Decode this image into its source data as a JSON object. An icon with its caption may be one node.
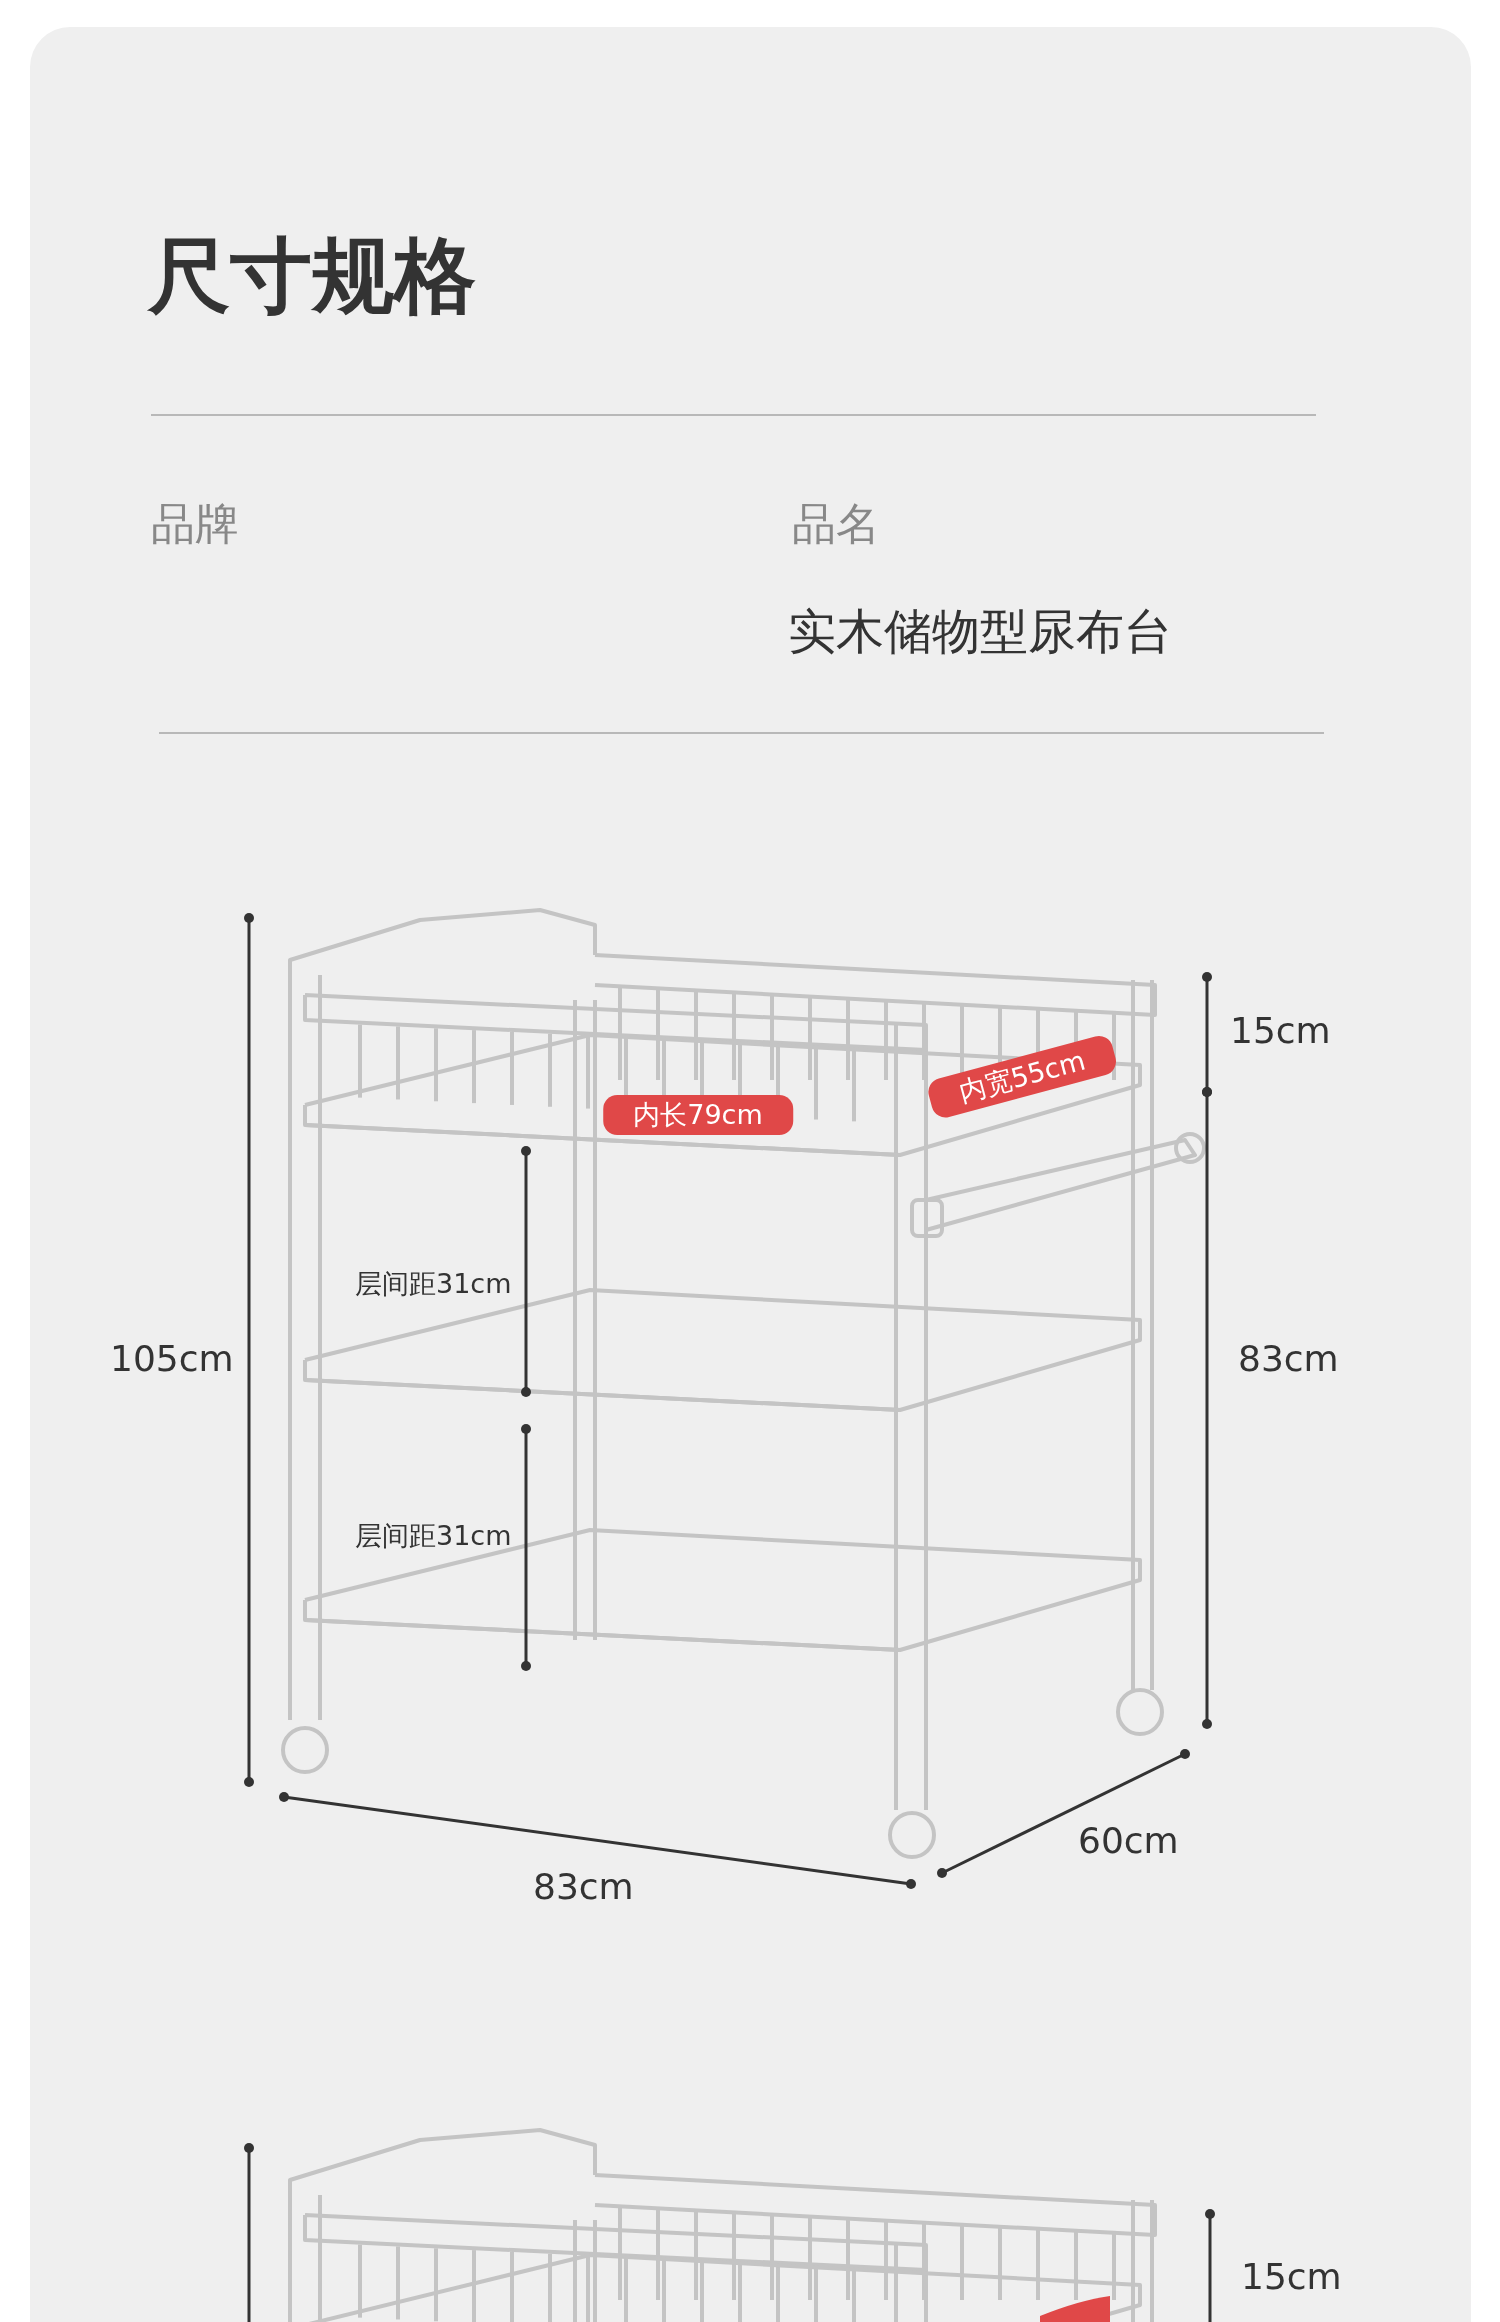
{
  "diagram": {
    "title": "尺寸规格",
    "labels": [
      "品牌",
      "品名",
      "实木储物型尿布台",
      "内长79cm",
      "内宽55cm",
      "15cm",
      "105cm",
      "层间距31cm",
      "83cm",
      "层间距31cm",
      "60cm",
      "83cm",
      "15cm"
    ]
  }
}
